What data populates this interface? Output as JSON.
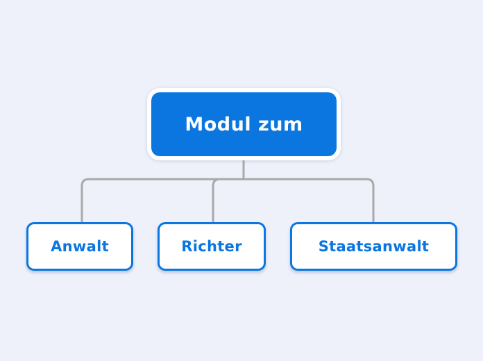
{
  "colors": {
    "primary_blue": "#0b76e0",
    "child_fill": "#ffffff",
    "node_text_white": "#ffffff",
    "connector_gray": "#a9a9a9",
    "canvas_bg": "#eef1fa"
  },
  "diagram": {
    "type": "mindmap",
    "root": {
      "label": "Modul zum"
    },
    "children": [
      {
        "label": "Anwalt"
      },
      {
        "label": "Richter"
      },
      {
        "label": "Staatsanwalt"
      }
    ]
  }
}
